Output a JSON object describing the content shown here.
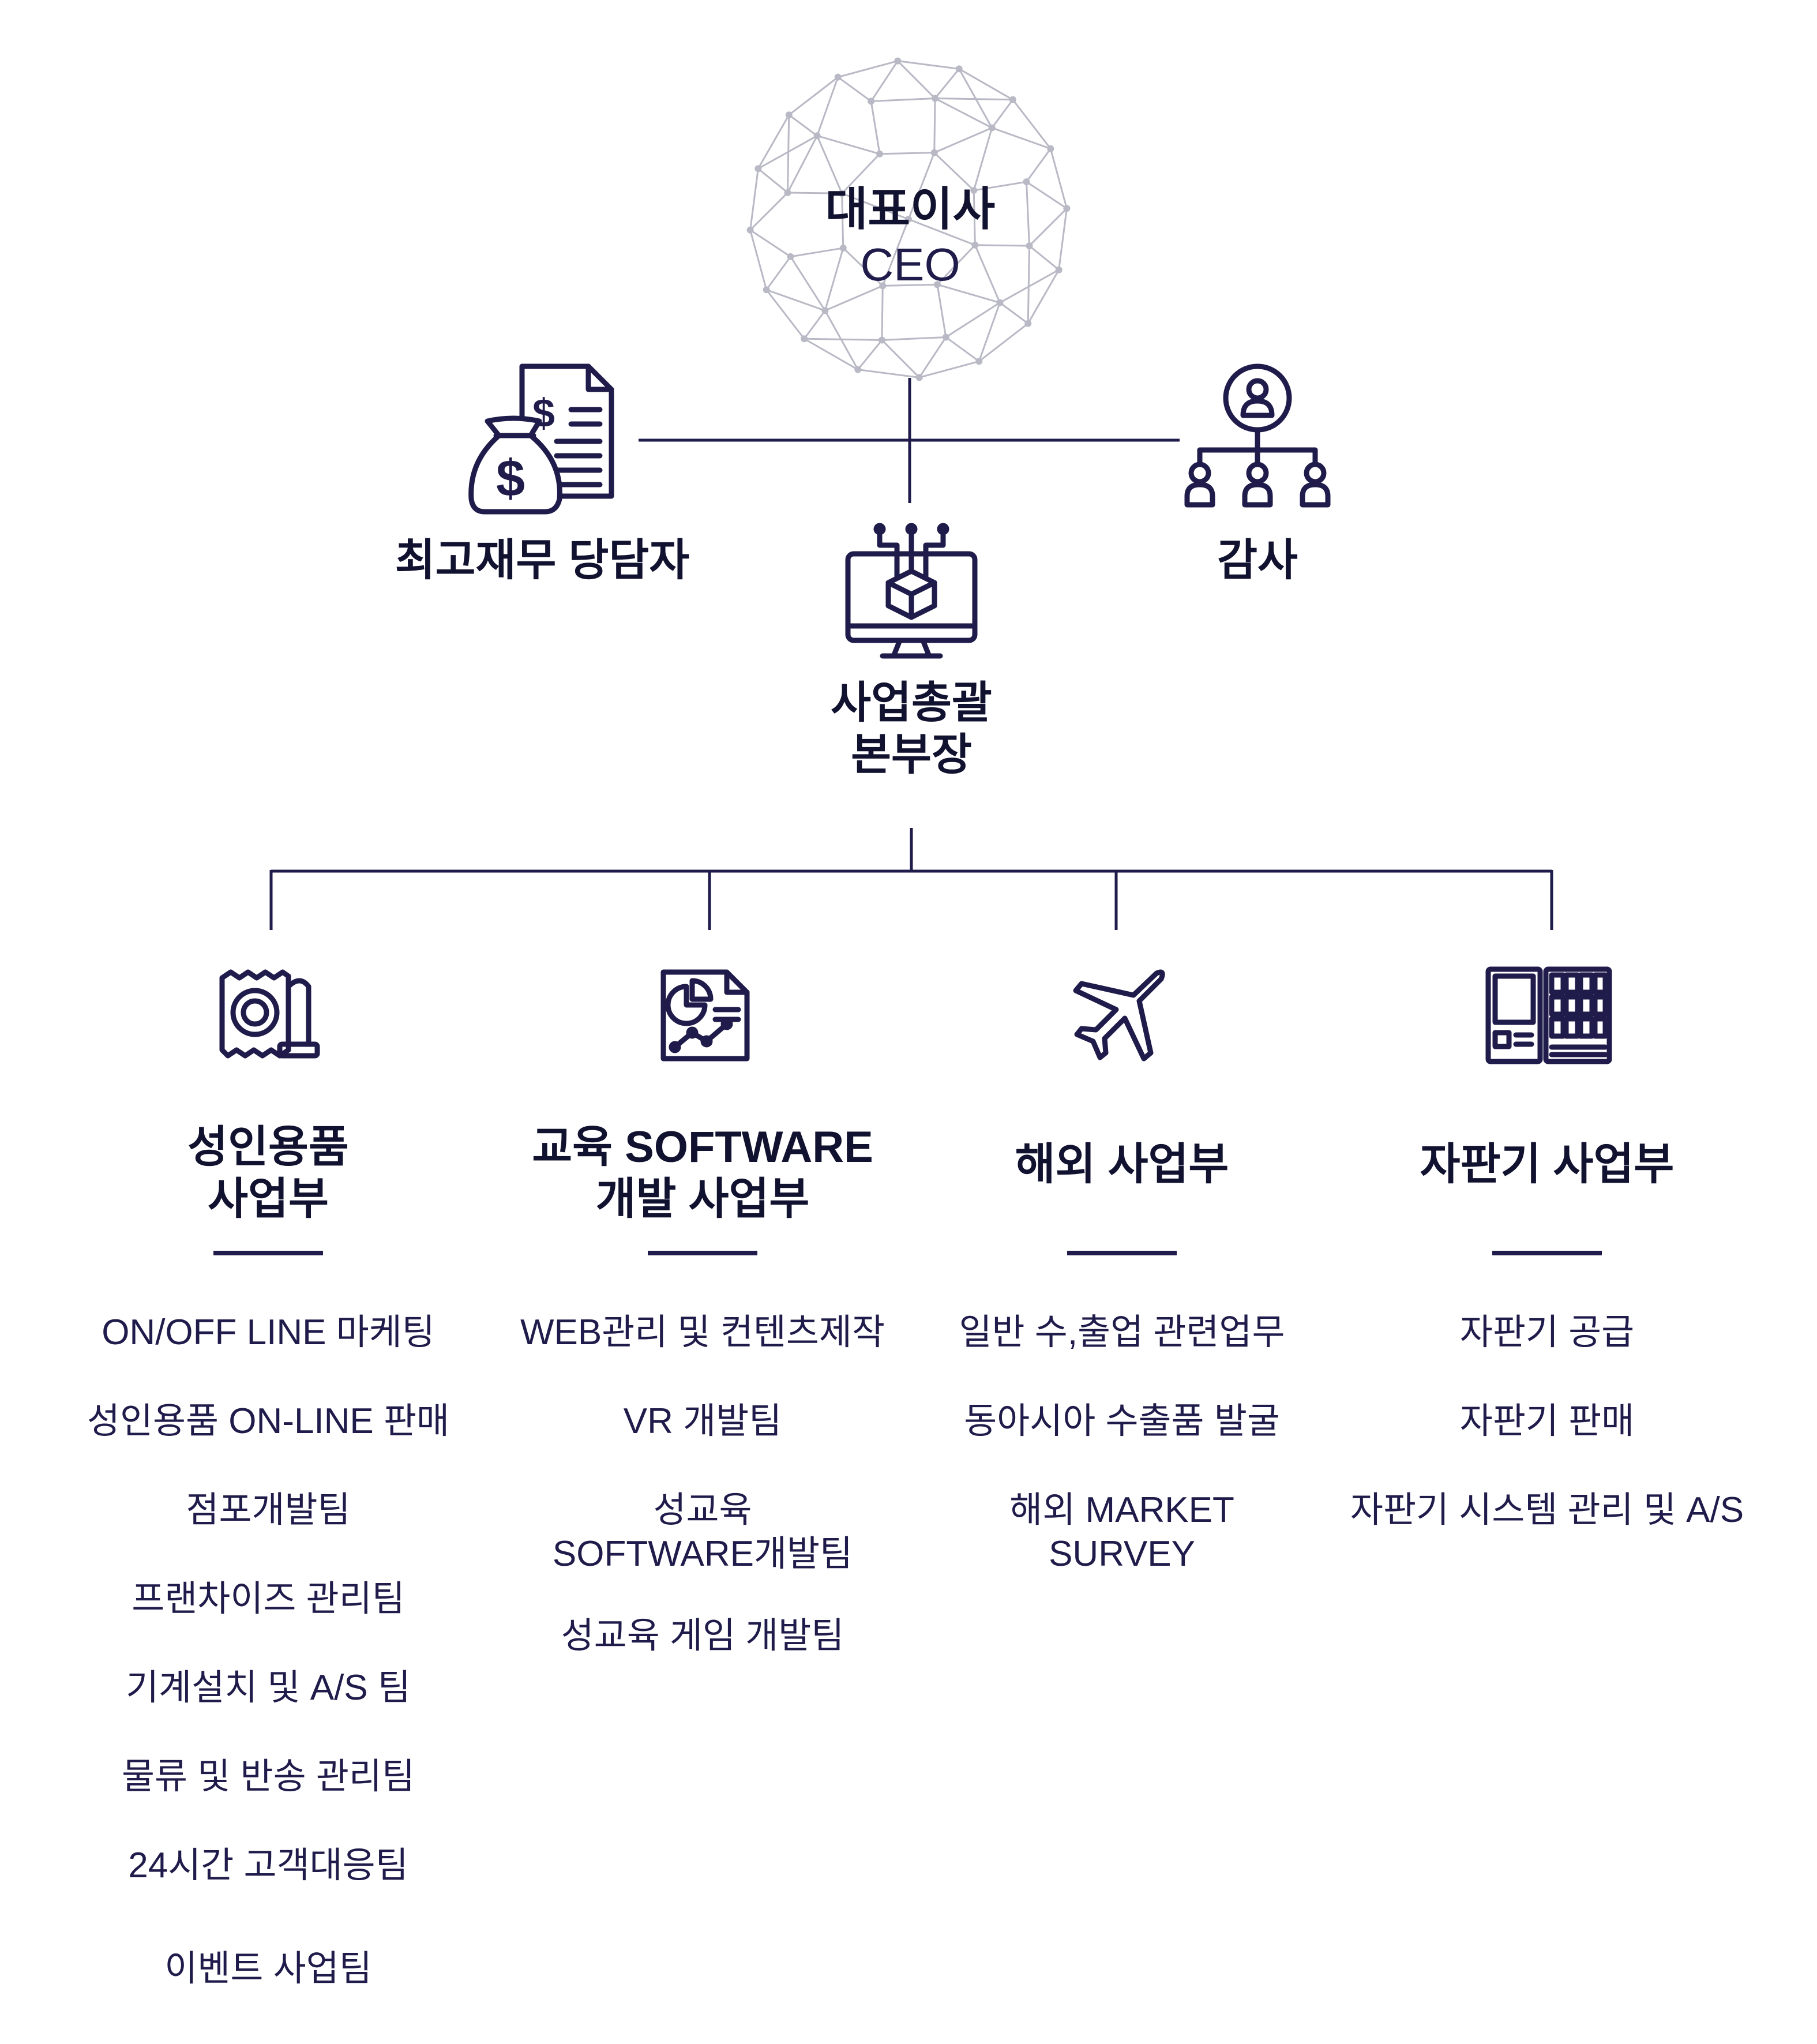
{
  "ceo": {
    "title": "대표이사",
    "subtitle": "CEO"
  },
  "executives": {
    "cfo": {
      "label": "최고재무 당담자",
      "icon": "money-bag-document-icon"
    },
    "audit": {
      "label": "감사",
      "icon": "org-hierarchy-icon"
    },
    "business_head": {
      "line1": "사업총괄",
      "line2": "본부장",
      "icon": "monitor-cube-icon"
    }
  },
  "departments": [
    {
      "title_line1": "성인용품",
      "title_line2": "사업부",
      "icon": "packaged-product-icon",
      "items": [
        "ON/OFF LINE 마케팅",
        "성인용품 ON-LINE 판매",
        "점포개발팀",
        "프랜차이즈 관리팀",
        "기계설치 및 A/S 팀",
        "물류 및 반송 관리팀",
        "24시간 고객대응팀",
        "이벤트 사업팀"
      ]
    },
    {
      "title_line1": "교육 SOFTWARE",
      "title_line2": "개발 사업부",
      "icon": "report-chart-icon",
      "items": [
        "WEB관리 및 컨텐츠제작",
        "VR 개발팀",
        "성교육",
        "SOFTWARE개발팀",
        "성교육   게임 개발팀"
      ]
    },
    {
      "title_line1": "해외 사업부",
      "title_line2": "",
      "icon": "airplane-icon",
      "items": [
        "일반 수,출업 관련업무",
        "동아시아 수출품 발굴",
        "해외 MARKET",
        "SURVEY"
      ]
    },
    {
      "title_line1": "자판기 사업부",
      "title_line2": "",
      "icon": "vending-machine-icon",
      "items": [
        "자판기 공급",
        "자판기 판매",
        "자판기 시스템 관리 및 A/S"
      ]
    }
  ],
  "colors": {
    "primary": "#1f1b4a",
    "title": "#111130",
    "network": "#b9b9c6"
  }
}
